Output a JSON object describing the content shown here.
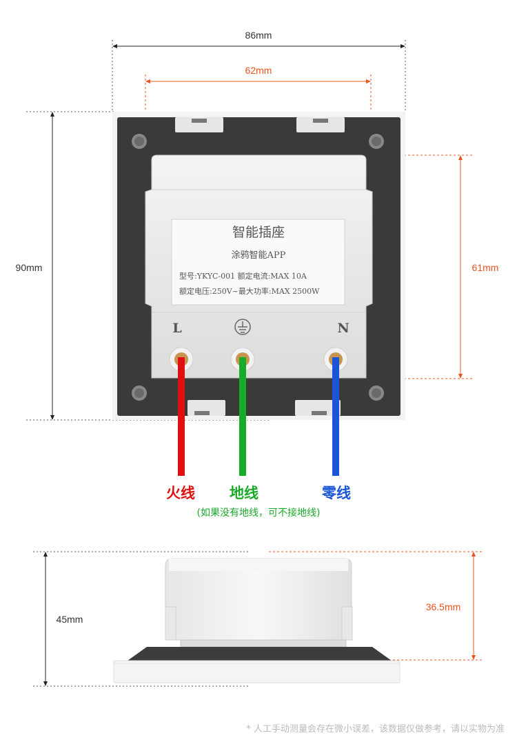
{
  "dimensions": {
    "front_width": "86mm",
    "inner_width": "62mm",
    "front_height": "90mm",
    "module_height": "61mm",
    "side_depth": "45mm",
    "module_depth": "36.5mm"
  },
  "label_card": {
    "title": "智能插座",
    "app": "涂鸦智能APP",
    "model_line": "型号:YKYC-001  额定电流:MAX 10A",
    "rating_line": "额定电压:250V~最大功率:MAX 2500W"
  },
  "terminals": {
    "live": "L",
    "neutral": "N",
    "ground_icon": "ground-symbol"
  },
  "wires": {
    "live_label": "火线",
    "ground_label": "地线",
    "neutral_label": "零线",
    "note": "(如果没有地线，可不接地线)"
  },
  "colors": {
    "live": "#e01010",
    "ground": "#1aaa2a",
    "neutral": "#1a55d8",
    "dimension_accent": "#e8541e"
  },
  "disclaimer": "* 人工手动测量会存在微小误差，该数据仅做参考，请以实物为准"
}
